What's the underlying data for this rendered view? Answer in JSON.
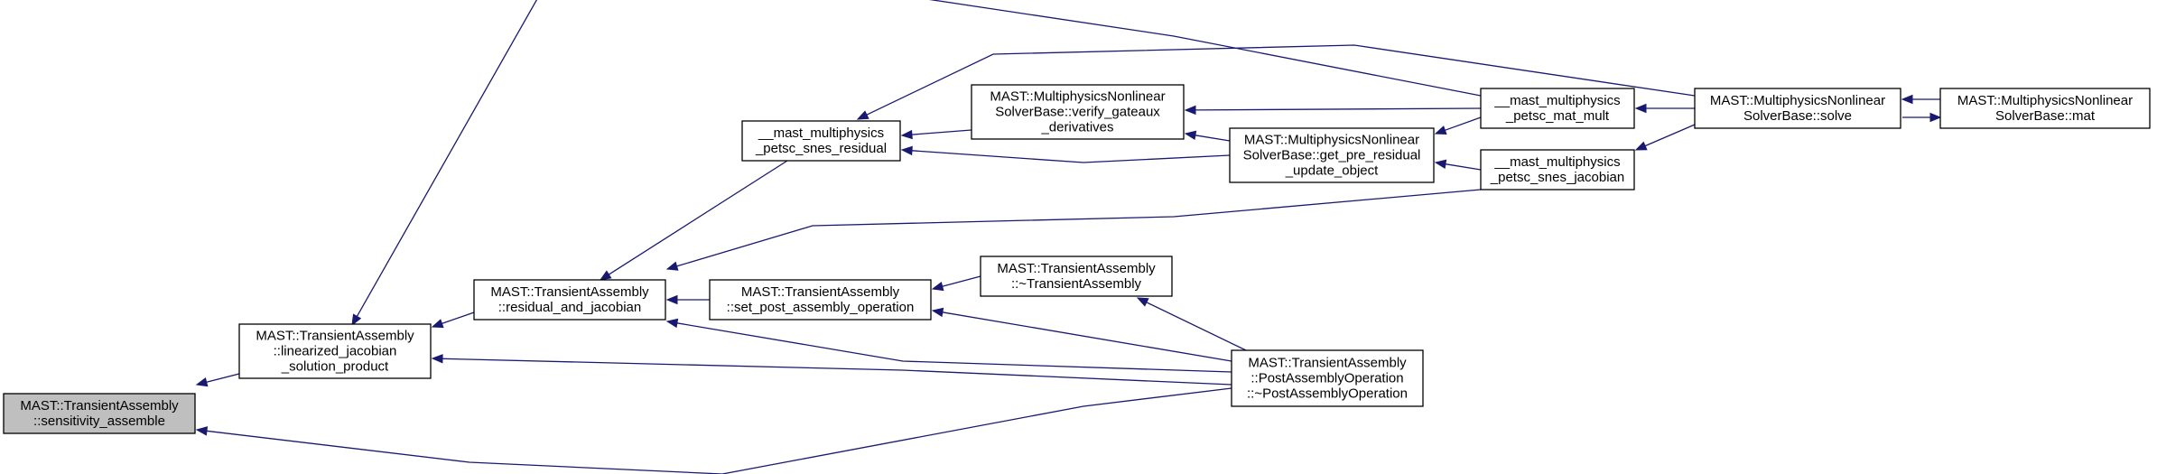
{
  "diagram": {
    "nodes": [
      {
        "id": "sensitivity_assemble",
        "lines": [
          "MAST::TransientAssembly",
          "::sensitivity_assemble"
        ],
        "highlight": true
      },
      {
        "id": "linearized_jacobian",
        "lines": [
          "MAST::TransientAssembly",
          "::linearized_jacobian",
          "_solution_product"
        ]
      },
      {
        "id": "residual_and_jacobian",
        "lines": [
          "MAST::TransientAssembly",
          "::residual_and_jacobian"
        ]
      },
      {
        "id": "snes_residual",
        "lines": [
          "__mast_multiphysics",
          "_petsc_snes_residual"
        ]
      },
      {
        "id": "set_post_assembly",
        "lines": [
          "MAST::TransientAssembly",
          "::set_post_assembly_operation"
        ]
      },
      {
        "id": "verify_gateaux",
        "lines": [
          "MAST::MultiphysicsNonlinear",
          "SolverBase::verify_gateaux",
          "_derivatives"
        ]
      },
      {
        "id": "get_pre_residual",
        "lines": [
          "MAST::MultiphysicsNonlinear",
          "SolverBase::get_pre_residual",
          "_update_object"
        ]
      },
      {
        "id": "destructor_transient",
        "lines": [
          "MAST::TransientAssembly",
          "::~TransientAssembly"
        ]
      },
      {
        "id": "post_assembly_op",
        "lines": [
          "MAST::TransientAssembly",
          "::PostAssemblyOperation",
          "::~PostAssemblyOperation"
        ]
      },
      {
        "id": "petsc_mat_mult",
        "lines": [
          "__mast_multiphysics",
          "_petsc_mat_mult"
        ]
      },
      {
        "id": "snes_jacobian",
        "lines": [
          "__mast_multiphysics",
          "_petsc_snes_jacobian"
        ]
      },
      {
        "id": "solve",
        "lines": [
          "MAST::MultiphysicsNonlinear",
          "SolverBase::solve"
        ]
      },
      {
        "id": "mat",
        "lines": [
          "MAST::MultiphysicsNonlinear",
          "SolverBase::mat"
        ]
      }
    ],
    "edges": [
      {
        "from": "linearized_jacobian",
        "to": "sensitivity_assemble"
      },
      {
        "from": "post_assembly_op",
        "to": "sensitivity_assemble"
      },
      {
        "from": "residual_and_jacobian",
        "to": "linearized_jacobian"
      },
      {
        "from": "petsc_mat_mult",
        "to": "linearized_jacobian"
      },
      {
        "from": "post_assembly_op",
        "to": "linearized_jacobian"
      },
      {
        "from": "snes_residual",
        "to": "residual_and_jacobian"
      },
      {
        "from": "set_post_assembly",
        "to": "residual_and_jacobian"
      },
      {
        "from": "snes_jacobian",
        "to": "residual_and_jacobian"
      },
      {
        "from": "post_assembly_op",
        "to": "residual_and_jacobian"
      },
      {
        "from": "verify_gateaux",
        "to": "snes_residual"
      },
      {
        "from": "get_pre_residual",
        "to": "snes_residual"
      },
      {
        "from": "solve",
        "to": "snes_residual"
      },
      {
        "from": "destructor_transient",
        "to": "set_post_assembly"
      },
      {
        "from": "post_assembly_op",
        "to": "set_post_assembly"
      },
      {
        "from": "get_pre_residual",
        "to": "verify_gateaux"
      },
      {
        "from": "petsc_mat_mult",
        "to": "verify_gateaux"
      },
      {
        "from": "petsc_mat_mult",
        "to": "get_pre_residual"
      },
      {
        "from": "snes_jacobian",
        "to": "get_pre_residual"
      },
      {
        "from": "post_assembly_op",
        "to": "destructor_transient"
      },
      {
        "from": "solve",
        "to": "petsc_mat_mult"
      },
      {
        "from": "solve",
        "to": "snes_jacobian"
      },
      {
        "from": "mat",
        "to": "solve"
      },
      {
        "from": "solve",
        "to": "mat"
      }
    ]
  },
  "colors": {
    "edge": "#191970",
    "node_border": "#000000",
    "highlight_fill": "#bfbfbf",
    "background": "#ffffff"
  }
}
